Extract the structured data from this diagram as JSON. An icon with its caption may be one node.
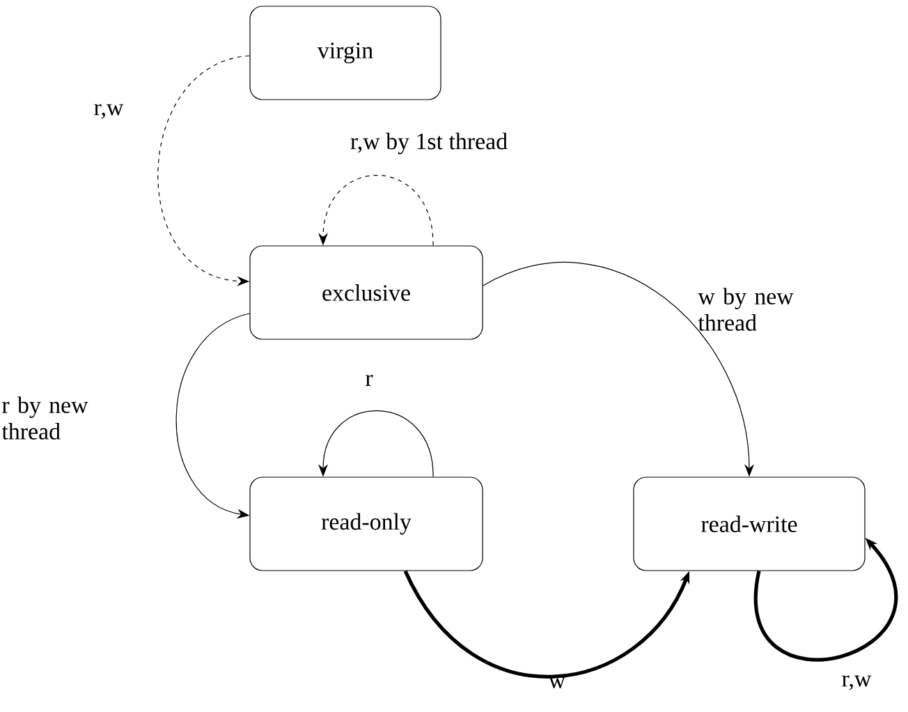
{
  "diagram": {
    "nodes": [
      {
        "text": [
          "virgin"
        ]
      },
      {
        "text": [
          "exclusive"
        ]
      },
      {
        "text": [
          "read-only"
        ]
      },
      {
        "text": [
          "read-write"
        ]
      }
    ],
    "edges": [
      {
        "from": 0,
        "to": 1,
        "arrow": "to",
        "label": "r,w",
        "style": "dashed"
      },
      {
        "from": 1,
        "to": 1,
        "arrow": "to",
        "label": "r,w by 1st thread",
        "style": "dashed"
      },
      {
        "from": 1,
        "to": 3,
        "arrow": "to",
        "label": "w by new thread"
      },
      {
        "from": 1,
        "to": 2,
        "arrow": "to",
        "label": "r by new thread"
      },
      {
        "from": 2,
        "to": 2,
        "arrow": "to",
        "label": "r"
      },
      {
        "from": 2,
        "to": 3,
        "arrow": "to",
        "label": "w",
        "style": "thick"
      },
      {
        "from": 3,
        "to": 3,
        "arrow": "to",
        "label": "r,w",
        "style": "thick"
      }
    ]
  }
}
